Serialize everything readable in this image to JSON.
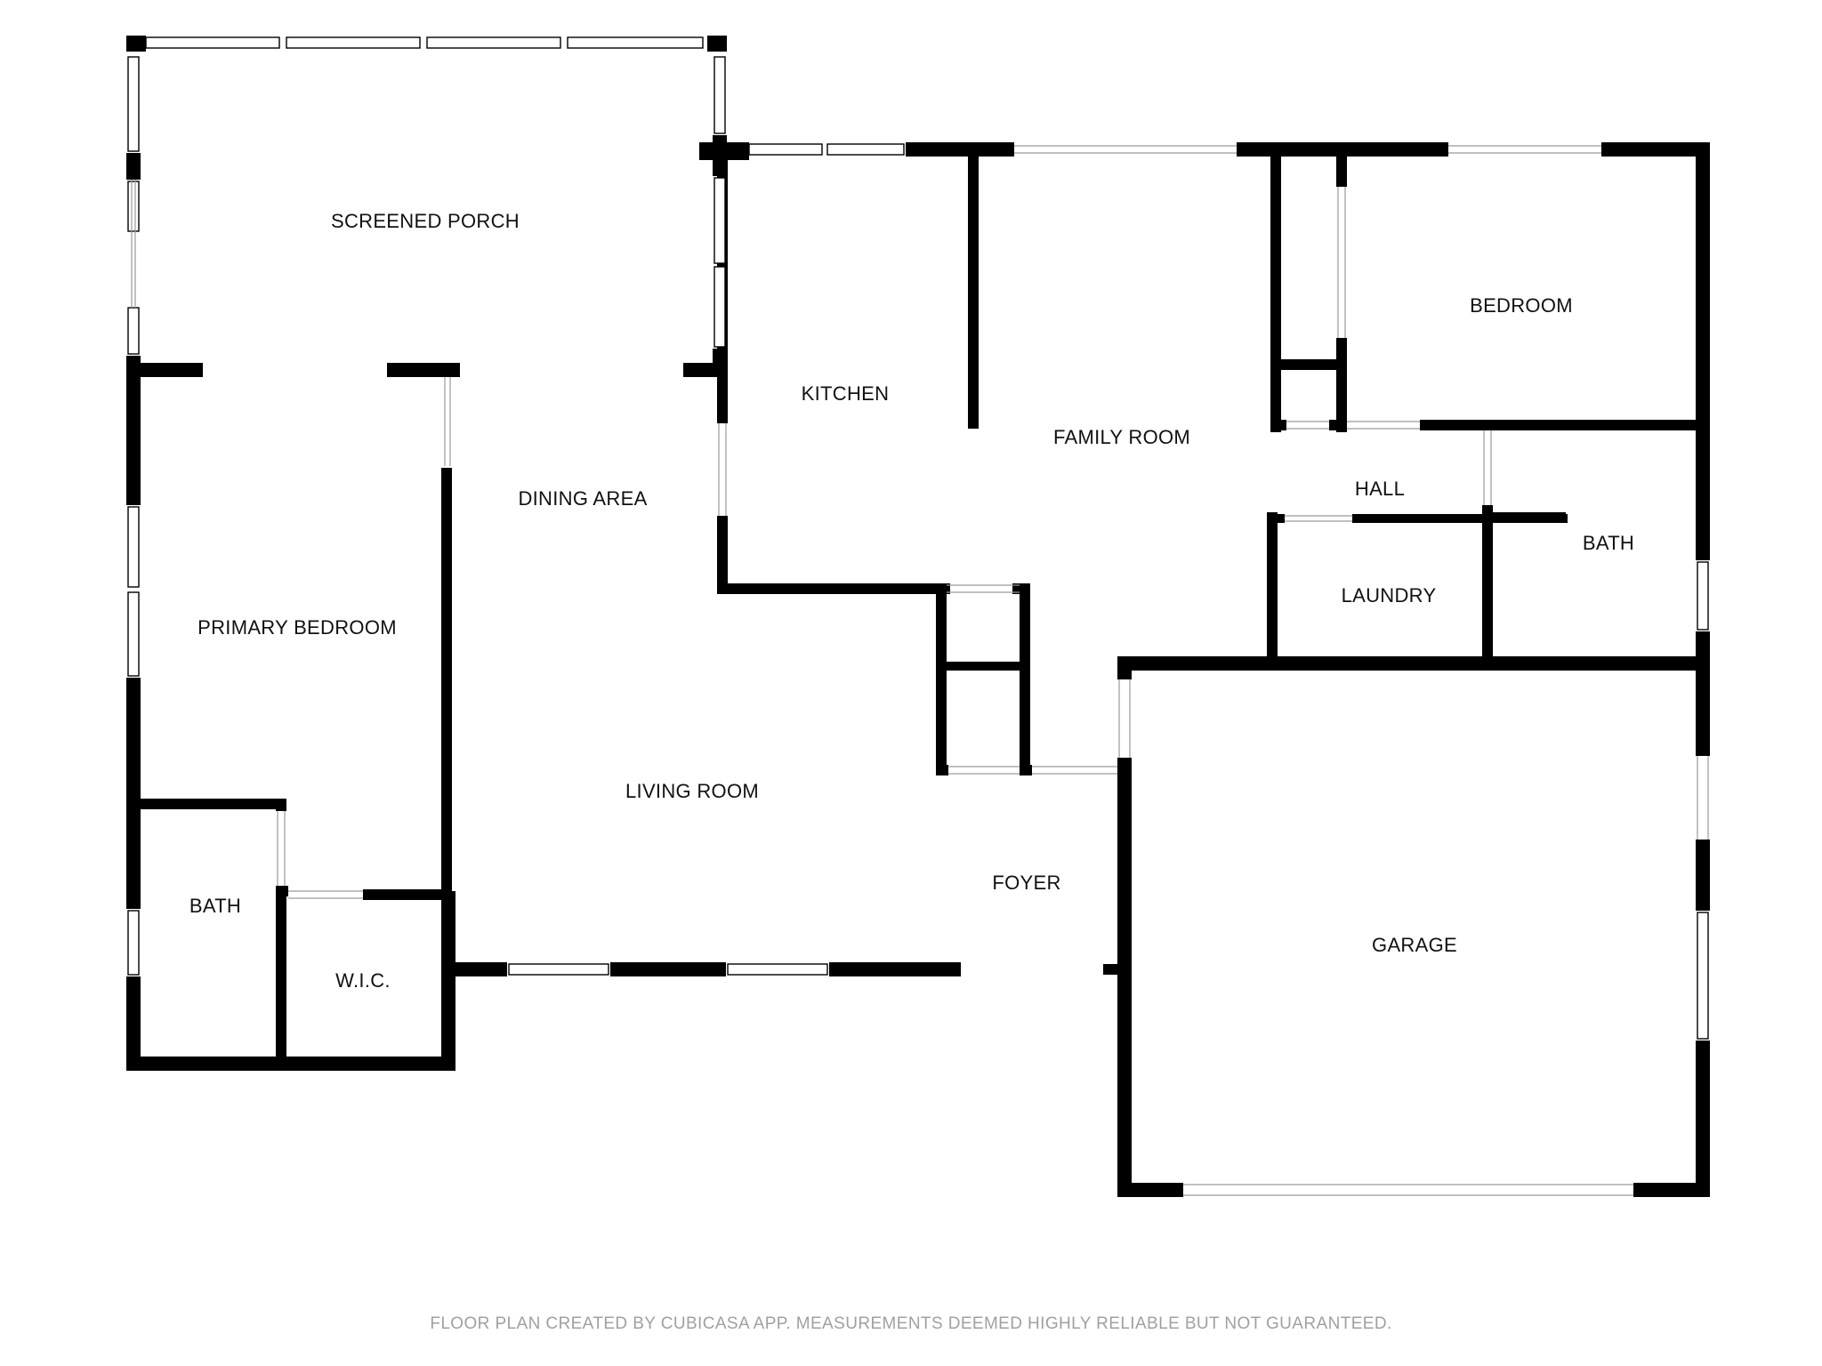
{
  "rooms": {
    "screened_porch": "SCREENED PORCH",
    "kitchen": "KITCHEN",
    "family_room": "FAMILY ROOM",
    "bedroom": "BEDROOM",
    "hall": "HALL",
    "bath_east": "BATH",
    "laundry": "LAUNDRY",
    "dining_area": "DINING AREA",
    "primary_bedroom": "PRIMARY BEDROOM",
    "living_room": "LIVING ROOM",
    "foyer": "FOYER",
    "garage": "GARAGE",
    "bath_primary": "BATH",
    "wic": "W.I.C."
  },
  "footer": {
    "disclaimer": "FLOOR PLAN CREATED BY CUBICASA APP. MEASUREMENTS DEEMED HIGHLY RELIABLE BUT NOT GUARANTEED."
  },
  "colors": {
    "wall": "#000000",
    "background": "#ffffff",
    "disclaimer_text": "#a0a0a0"
  }
}
